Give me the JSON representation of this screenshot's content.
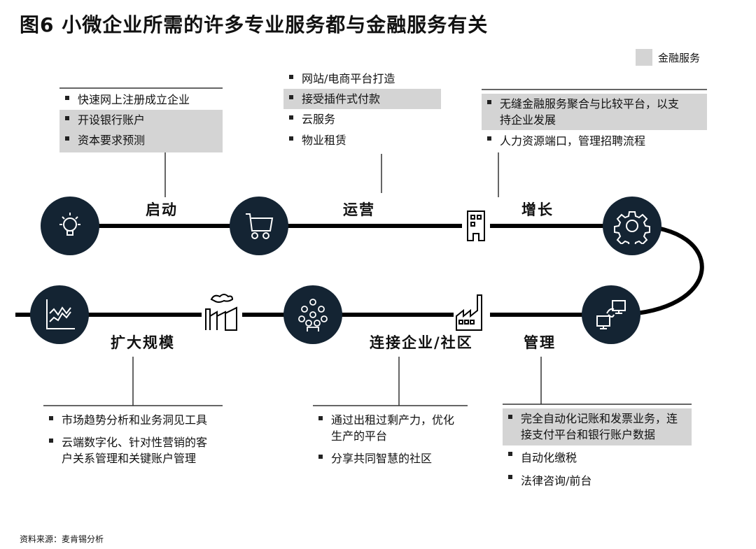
{
  "title": "图6 小微企业所需的许多专业服务都与金融服务有关",
  "legend": {
    "label": "金融服务",
    "color": "#d4d4d4"
  },
  "stages": {
    "start": {
      "label": "启动",
      "items": [
        "快速网上注册成立企业",
        "开设银行账户",
        "资本要求预测"
      ],
      "financial": [
        false,
        true,
        true
      ]
    },
    "operate": {
      "label": "运营",
      "items": [
        "网站/电商平台打造",
        "接受插件式付款",
        "云服务",
        "物业租赁"
      ],
      "financial": [
        false,
        true,
        false,
        false
      ]
    },
    "grow": {
      "label": "增长",
      "items": [
        "无缝金融服务聚合与比较平台，以支持企业发展",
        "人力资源端口，管理招聘流程"
      ],
      "financial": [
        true,
        false
      ]
    },
    "manage": {
      "label": "管理",
      "items": [
        "完全自动化记账和发票业务，连接支付平台和银行账户数据",
        "自动化缴税",
        "法律咨询/前台"
      ],
      "financial": [
        true,
        false,
        false
      ]
    },
    "connect": {
      "label": "连接企业/社区",
      "items": [
        "通过出租过剩产力，优化生产的平台",
        "分享共同智慧的社区"
      ],
      "financial": [
        false,
        false
      ]
    },
    "scale": {
      "label": "扩大规模",
      "items": [
        "市场趋势分析和业务洞见工具",
        "云端数字化、针对性营销的客户关系管理和关键账户管理"
      ],
      "financial": [
        false,
        false
      ]
    }
  },
  "source": "资料来源：麦肯锡分析",
  "colors": {
    "circle": "#142433",
    "line": "#000000"
  }
}
